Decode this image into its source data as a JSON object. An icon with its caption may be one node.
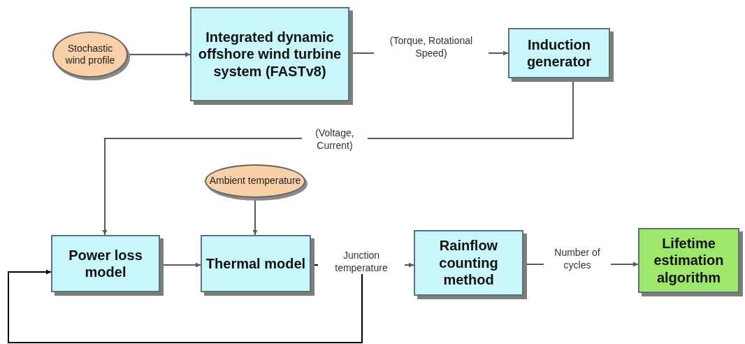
{
  "diagram": {
    "nodes": [
      {
        "text": [
          "Stochastic wind profile"
        ]
      },
      {
        "text": [
          "Integrated dynamic offshore wind turbine system (FASTv8)"
        ]
      },
      {
        "text": [
          "Induction generator"
        ]
      },
      {
        "text": [
          "Ambient temperature"
        ]
      },
      {
        "text": [
          "Power loss model"
        ]
      },
      {
        "text": [
          "Thermal model"
        ]
      },
      {
        "text": [
          "Rainflow counting method"
        ]
      },
      {
        "text": [
          "Lifetime estimation algorithm"
        ]
      }
    ],
    "edges": [
      {
        "from": 0,
        "to": 1,
        "arrow": "to"
      },
      {
        "from": 1,
        "to": 2,
        "arrow": "to",
        "label": "(Torque, Rotational Speed)"
      },
      {
        "from": 2,
        "to": 4,
        "arrow": "to",
        "label": "(Voltage, Current)"
      },
      {
        "from": 3,
        "to": 5,
        "arrow": "to"
      },
      {
        "from": 4,
        "to": 5,
        "arrow": "to"
      },
      {
        "from": 5,
        "to": 6,
        "arrow": "to",
        "label": "Junction temperature"
      },
      {
        "from": 5,
        "to": 4,
        "arrow": "to",
        "color": "#000000"
      },
      {
        "from": 6,
        "to": 7,
        "arrow": "to",
        "label": "Number of cycles"
      }
    ]
  }
}
